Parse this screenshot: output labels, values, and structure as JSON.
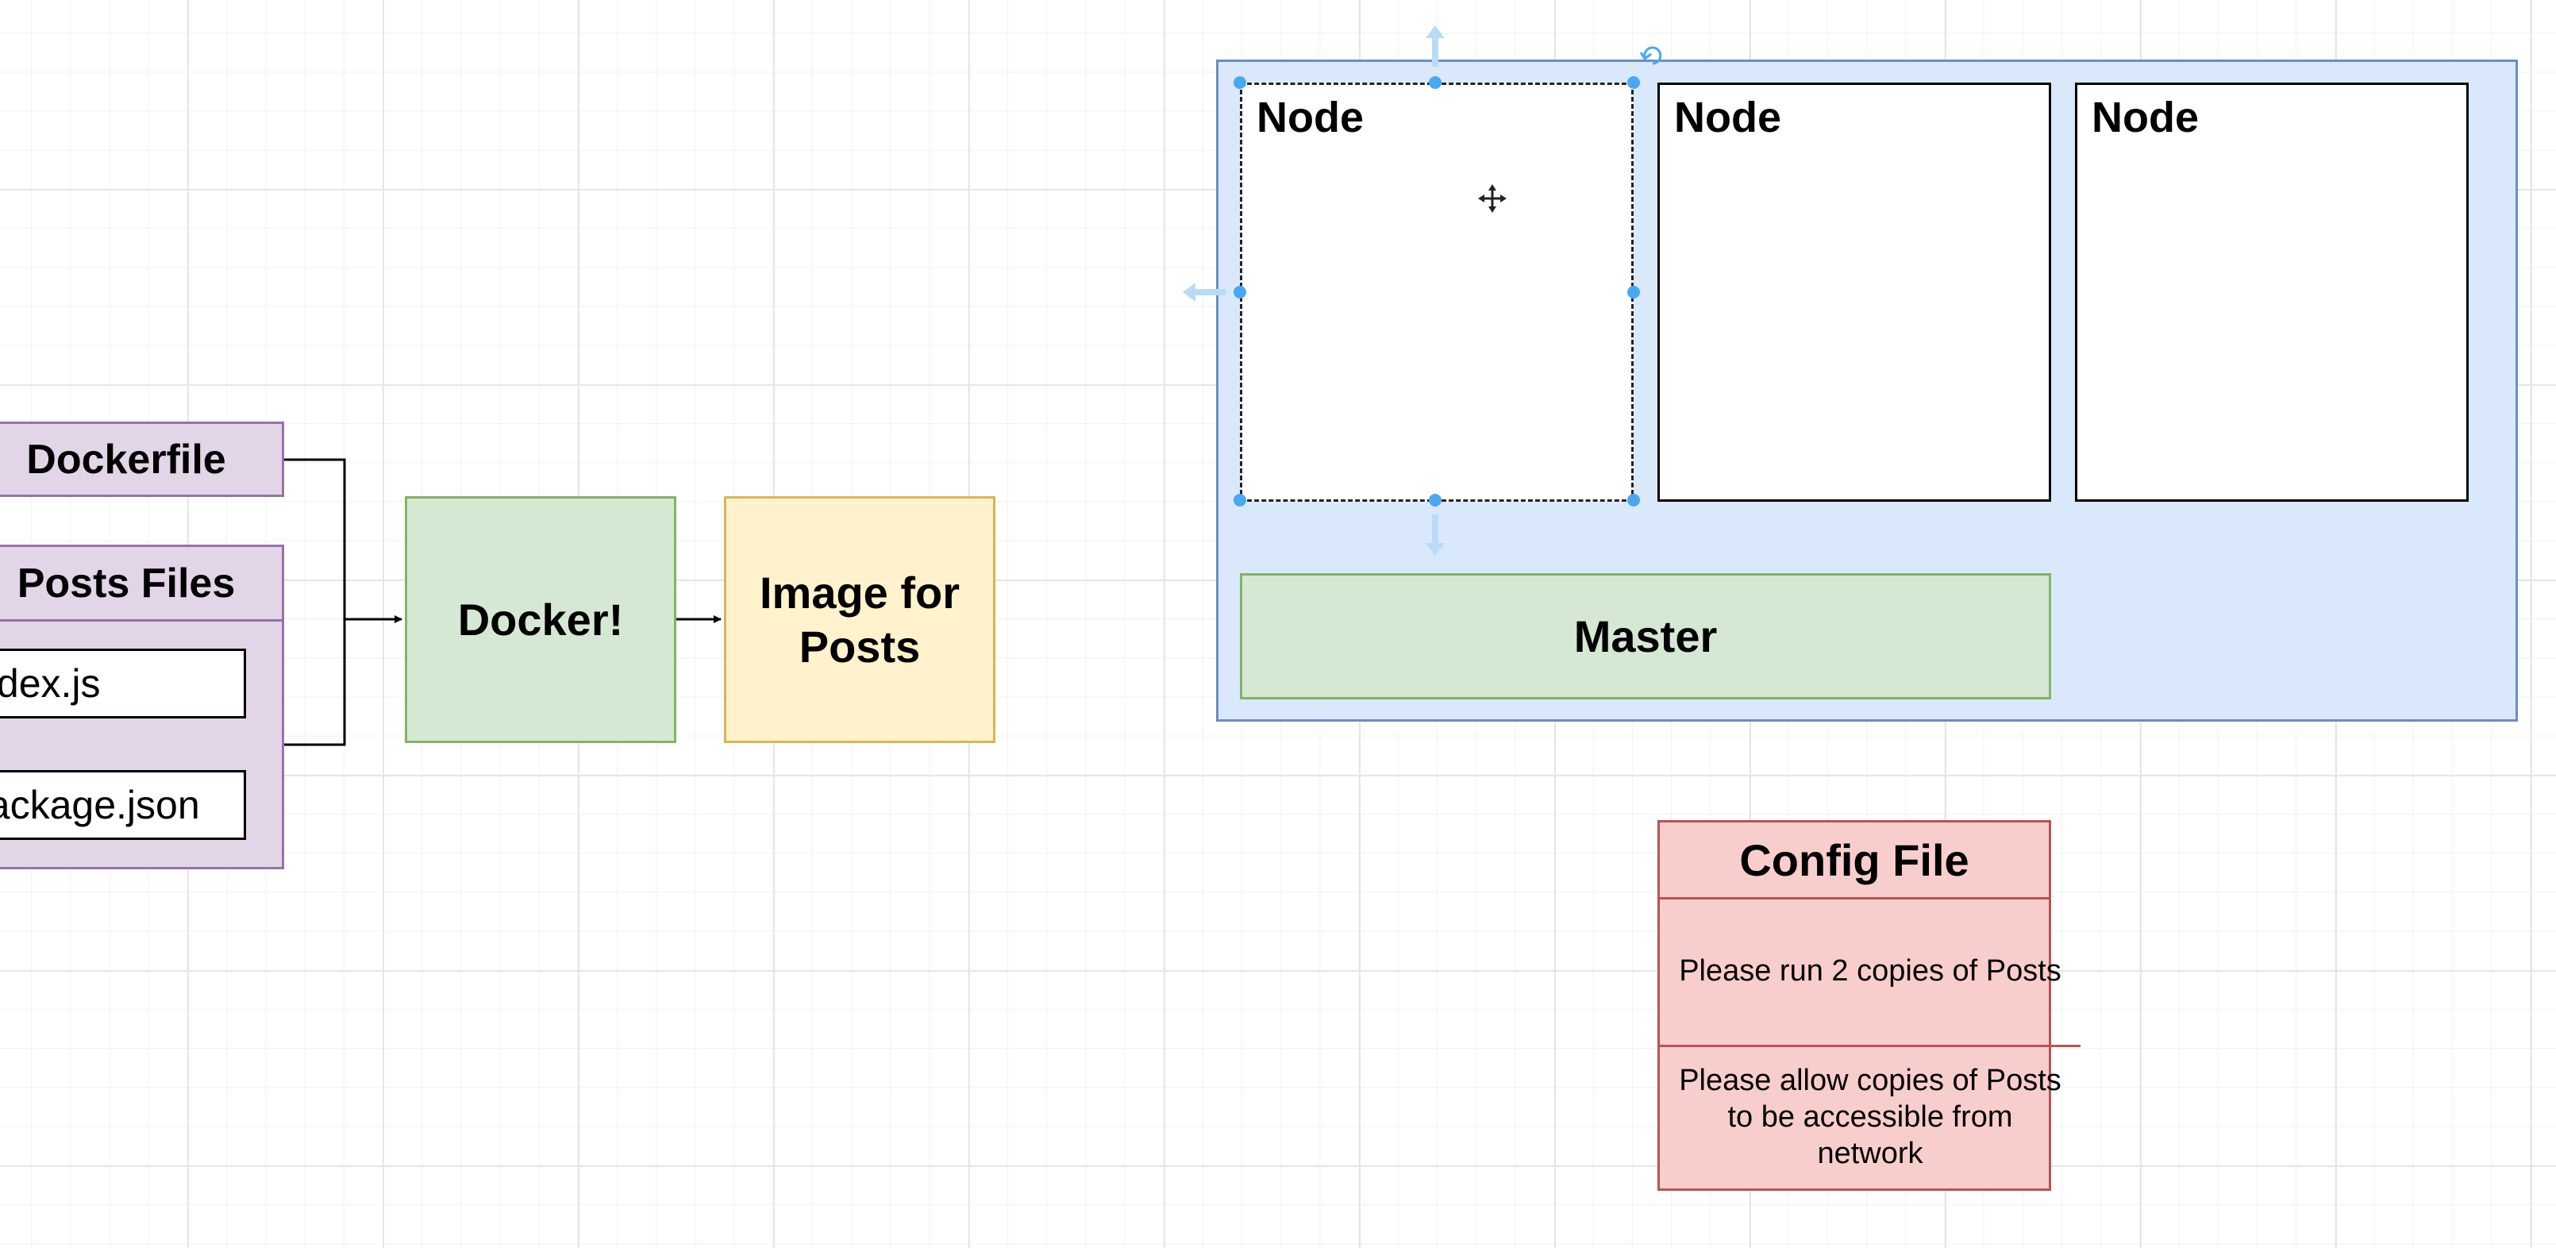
{
  "left_group": {
    "dockerfile_label": "Dockerfile",
    "posts_files_label": "Posts Files",
    "files": [
      "index.js",
      "package.json"
    ]
  },
  "docker_label": "Docker!",
  "image_label": "Image for Posts",
  "cluster": {
    "nodes": [
      "Node",
      "Node",
      "Node"
    ],
    "master_label": "Master"
  },
  "config": {
    "title": "Config File",
    "items": [
      "Please run 2 copies of Posts",
      "Please allow copies of Posts to be accessible from network"
    ]
  },
  "colors": {
    "purple_fill": "#e1d5e7",
    "green_fill": "#d5e8d4",
    "yellow_fill": "#fff2cc",
    "blue_fill": "#dae8fc",
    "red_fill": "#f8cecc",
    "selection": "#4aa8f0"
  }
}
